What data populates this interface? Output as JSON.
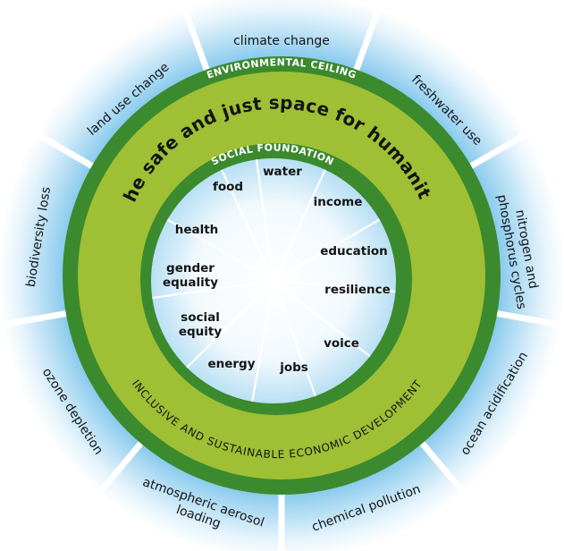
{
  "title": "the safe and just space for humanity",
  "environmental_ceiling": "ENVIRONMENTAL CEILING",
  "social_foundation": "SOCIAL FOUNDATION",
  "development_label": "INCLUSIVE AND SUSTAINABLE ECONOMIC DEVELOPMENT",
  "outer_dimensions": [
    {
      "id": "climate-change",
      "lines": [
        "climate change"
      ]
    },
    {
      "id": "freshwater-use",
      "lines": [
        "freshwater use"
      ]
    },
    {
      "id": "nitrogen-phosphorus",
      "lines": [
        "nitrogen and",
        "phosphorus cycles"
      ]
    },
    {
      "id": "ocean-acidification",
      "lines": [
        "ocean acidification"
      ]
    },
    {
      "id": "chemical-pollution",
      "lines": [
        "chemical pollution"
      ]
    },
    {
      "id": "atmospheric-aerosol",
      "lines": [
        "atmospheric aerosol",
        "loading"
      ]
    },
    {
      "id": "ozone-depletion",
      "lines": [
        "ozone depletion"
      ]
    },
    {
      "id": "biodiversity-loss",
      "lines": [
        "biodiversity loss"
      ]
    },
    {
      "id": "land-use-change",
      "lines": [
        "land use change"
      ]
    }
  ],
  "inner_dimensions": [
    {
      "id": "water",
      "lines": [
        "water"
      ]
    },
    {
      "id": "income",
      "lines": [
        "income"
      ]
    },
    {
      "id": "education",
      "lines": [
        "education"
      ]
    },
    {
      "id": "resilience",
      "lines": [
        "resilience"
      ]
    },
    {
      "id": "voice",
      "lines": [
        "voice"
      ]
    },
    {
      "id": "jobs",
      "lines": [
        "jobs"
      ]
    },
    {
      "id": "energy",
      "lines": [
        "energy"
      ]
    },
    {
      "id": "social-equity",
      "lines": [
        "social",
        "equity"
      ]
    },
    {
      "id": "gender-equality",
      "lines": [
        "gender",
        "equality"
      ]
    },
    {
      "id": "health",
      "lines": [
        "health"
      ]
    },
    {
      "id": "food",
      "lines": [
        "food"
      ]
    }
  ],
  "colors": {
    "dark_green": "#3b8a2e",
    "lime": "#9fbf34",
    "sky_blue": "#5fb8e6",
    "separator": "#ffffff",
    "text": "#141414"
  }
}
